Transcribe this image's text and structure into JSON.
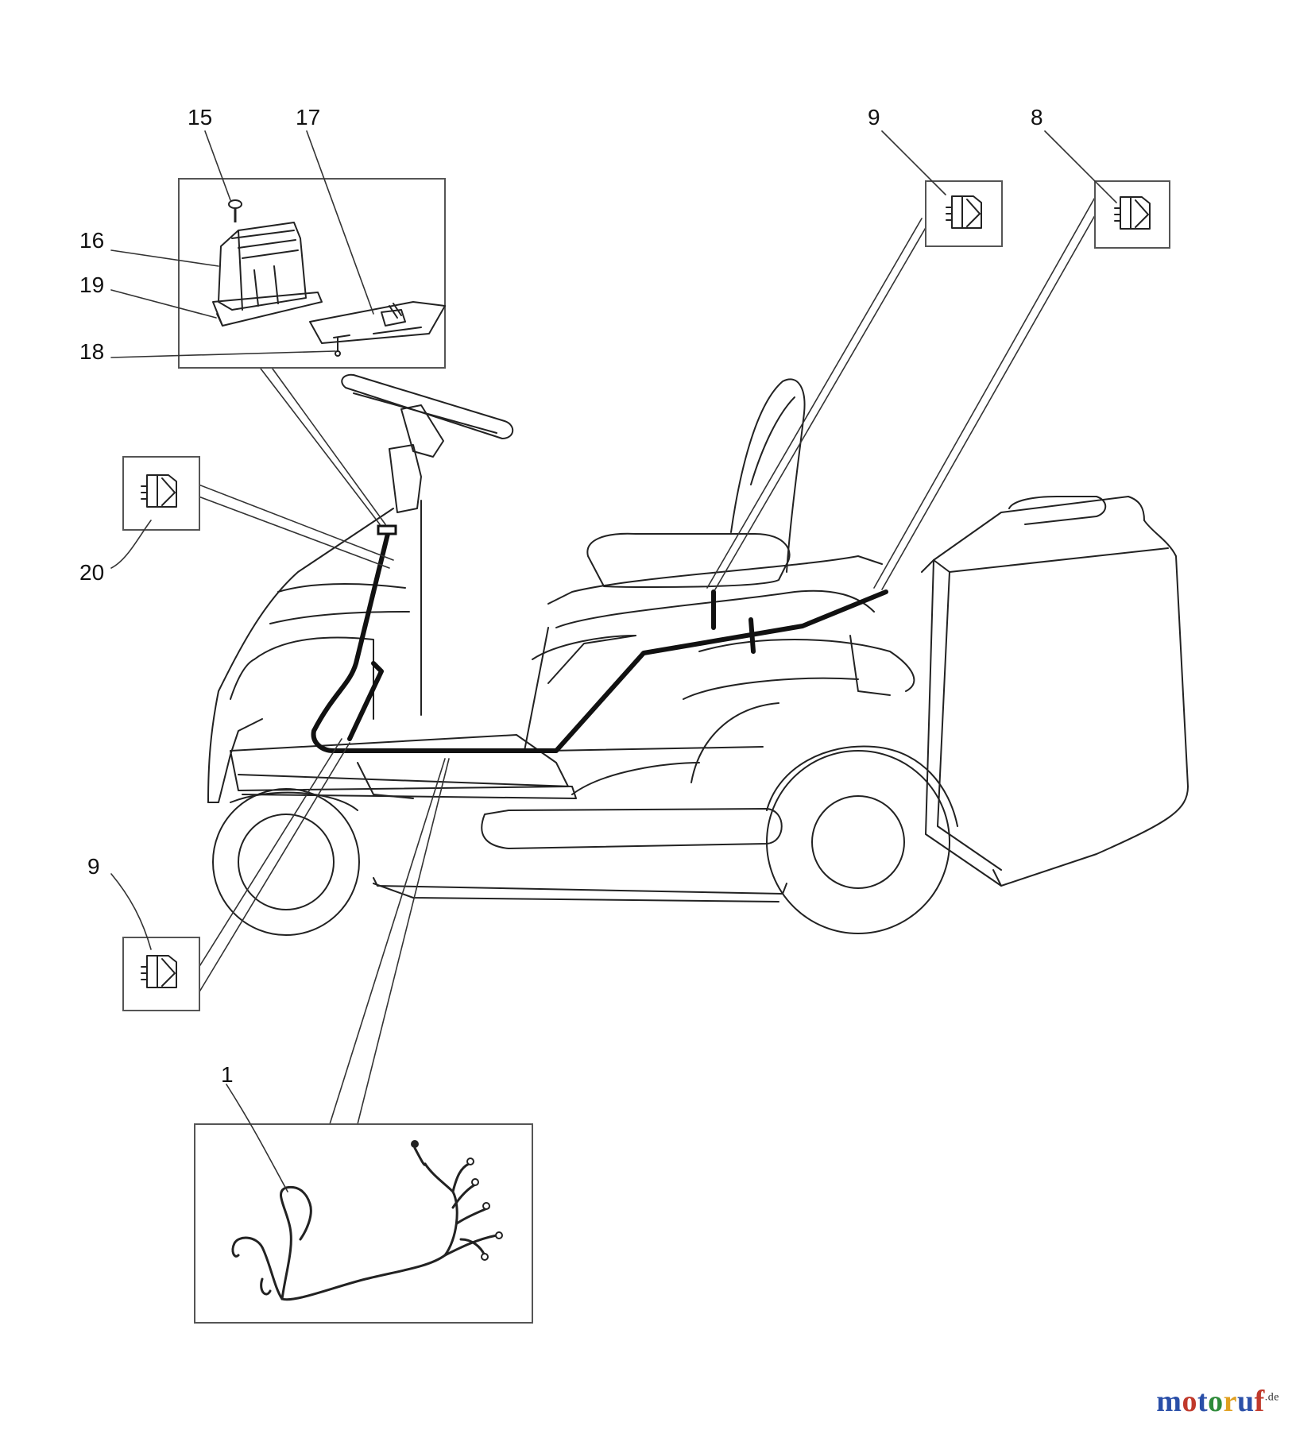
{
  "callouts": {
    "c15": "15",
    "c17": "17",
    "c16": "16",
    "c19": "19",
    "c18": "18",
    "c20": "20",
    "c9_top": "9",
    "c8": "8",
    "c9_bottom": "9",
    "c1": "1"
  },
  "watermark": {
    "text": "motoruf",
    "suffix": ".de",
    "colors": [
      "#2a4fa8",
      "#c0392b",
      "#2a4fa8",
      "#2e8b3a",
      "#e0a020",
      "#2a4fa8",
      "#c0392b"
    ]
  }
}
